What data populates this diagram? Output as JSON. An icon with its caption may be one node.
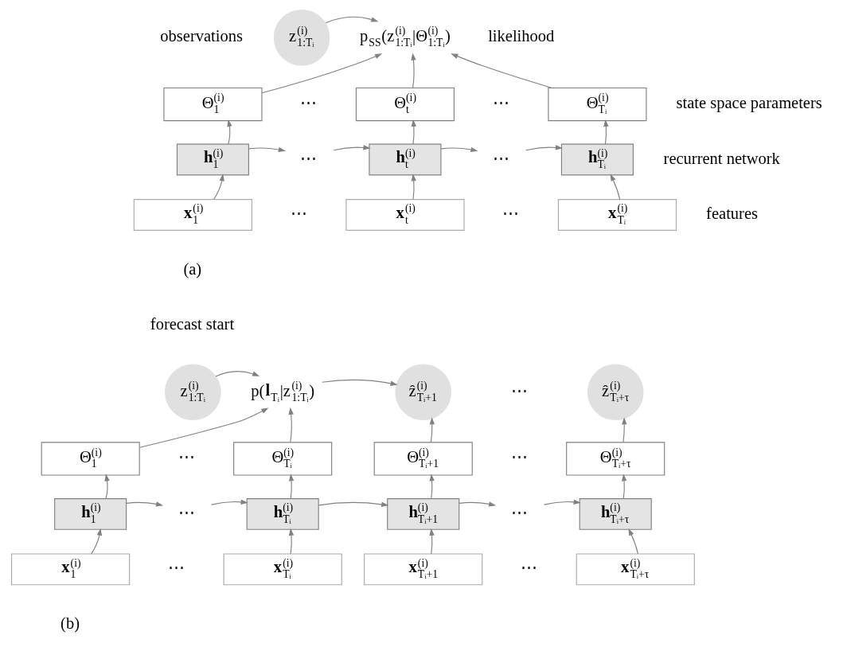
{
  "diagram": {
    "nodes": [
      {
        "text": [
          "z$^{(i)}$$_{1:Tᵢ}$"
        ]
      },
      {
        "text": [
          "p$_{SS}$(z$^{(i)}$$_{1:Tᵢ}$|Θ$^{(i)}$$_{1:Tᵢ}$)"
        ]
      },
      {
        "text": [
          "Θ$^{(i)}$$_{1}$"
        ]
      },
      {
        "text": [
          "Θ$^{(i)}$$_{t}$"
        ]
      },
      {
        "text": [
          "Θ$^{(i)}$$_{Tᵢ}$"
        ]
      },
      {
        "text": [
          "**h**$^{(i)}$$_{1}$"
        ]
      },
      {
        "text": [
          "⋯"
        ]
      },
      {
        "text": [
          "**h**$^{(i)}$$_{t}$"
        ]
      },
      {
        "text": [
          "⋯"
        ]
      },
      {
        "text": [
          "**h**$^{(i)}$$_{Tᵢ}$"
        ]
      },
      {
        "text": [
          "**x**$^{(i)}$$_{1}$"
        ]
      },
      {
        "text": [
          "**x**$^{(i)}$$_{t}$"
        ]
      },
      {
        "text": [
          "**x**$^{(i)}$$_{Tᵢ}$"
        ]
      },
      {
        "text": [
          "z$^{(i)}$$_{1:Tᵢ}$"
        ]
      },
      {
        "text": [
          "p(**l**$_{Tᵢ}$|z$^{(i)}$$_{1:Tᵢ}$)"
        ]
      },
      {
        "text": [
          "ẑ$^{(i)}$$_{Tᵢ+1}$"
        ]
      },
      {
        "text": [
          "ẑ$^{(i)}$$_{Tᵢ+τ}$"
        ]
      },
      {
        "text": [
          "Θ$^{(i)}$$_{1}$"
        ]
      },
      {
        "text": [
          "Θ$^{(i)}$$_{Tᵢ}$"
        ]
      },
      {
        "text": [
          "Θ$^{(i)}$$_{Tᵢ+1}$"
        ]
      },
      {
        "text": [
          "Θ$^{(i)}$$_{Tᵢ+τ}$"
        ]
      },
      {
        "text": [
          "**h**$^{(i)}$$_{1}$"
        ]
      },
      {
        "text": [
          "⋯"
        ]
      },
      {
        "text": [
          "**h**$^{(i)}$$_{Tᵢ}$"
        ]
      },
      {
        "text": [
          "**h**$^{(i)}$$_{Tᵢ+1}$"
        ]
      },
      {
        "text": [
          "⋯"
        ]
      },
      {
        "text": [
          "**h**$^{(i)}$$_{Tᵢ+τ}$"
        ]
      },
      {
        "text": [
          "**x**$^{(i)}$$_{1}$"
        ]
      },
      {
        "text": [
          "**x**$^{(i)}$$_{Tᵢ}$"
        ]
      },
      {
        "text": [
          "**x**$^{(i)}$$_{Tᵢ+1}$"
        ]
      },
      {
        "text": [
          "**x**$^{(i)}$$_{Tᵢ+τ}$"
        ]
      }
    ],
    "edges": [
      {
        "from": 0,
        "to": 1,
        "arrow": "to"
      },
      {
        "from": 2,
        "to": 1,
        "arrow": "to"
      },
      {
        "from": 3,
        "to": 1,
        "arrow": "to"
      },
      {
        "from": 4,
        "to": 1,
        "arrow": "to"
      },
      {
        "from": 5,
        "to": 2,
        "arrow": "to"
      },
      {
        "from": 7,
        "to": 3,
        "arrow": "to"
      },
      {
        "from": 9,
        "to": 4,
        "arrow": "to"
      },
      {
        "from": 5,
        "to": 6,
        "arrow": "to"
      },
      {
        "from": 6,
        "to": 7,
        "arrow": "to"
      },
      {
        "from": 7,
        "to": 8,
        "arrow": "to"
      },
      {
        "from": 8,
        "to": 9,
        "arrow": "to"
      },
      {
        "from": 10,
        "to": 5,
        "arrow": "to"
      },
      {
        "from": 11,
        "to": 7,
        "arrow": "to"
      },
      {
        "from": 12,
        "to": 9,
        "arrow": "to"
      },
      {
        "from": 13,
        "to": 14,
        "arrow": "to"
      },
      {
        "from": 14,
        "to": 15,
        "arrow": "to"
      },
      {
        "from": 17,
        "to": 14,
        "arrow": "to"
      },
      {
        "from": 18,
        "to": 14,
        "arrow": "to"
      },
      {
        "from": 19,
        "to": 15,
        "arrow": "to"
      },
      {
        "from": 20,
        "to": 16,
        "arrow": "to"
      },
      {
        "from": 21,
        "to": 17,
        "arrow": "to"
      },
      {
        "from": 23,
        "to": 18,
        "arrow": "to"
      },
      {
        "from": 24,
        "to": 19,
        "arrow": "to"
      },
      {
        "from": 26,
        "to": 20,
        "arrow": "to"
      },
      {
        "from": 21,
        "to": 22,
        "arrow": "to"
      },
      {
        "from": 22,
        "to": 23,
        "arrow": "to"
      },
      {
        "from": 23,
        "to": 24,
        "arrow": "to"
      },
      {
        "from": 24,
        "to": 25,
        "arrow": "to"
      },
      {
        "from": 25,
        "to": 26,
        "arrow": "to"
      },
      {
        "from": 27,
        "to": 21,
        "arrow": "to"
      },
      {
        "from": 28,
        "to": 23,
        "arrow": "to"
      },
      {
        "from": 29,
        "to": 24,
        "arrow": "to"
      },
      {
        "from": 30,
        "to": 26,
        "arrow": "to"
      }
    ],
    "labels": [
      "observations",
      "likelihood",
      "⋯",
      "⋯",
      "state space parameters",
      "recurrent network",
      "⋯",
      "⋯",
      "features",
      "(a)",
      "forecast start",
      "⋯",
      "⋯",
      "⋯",
      "⋯",
      "⋯",
      "(b)"
    ]
  }
}
